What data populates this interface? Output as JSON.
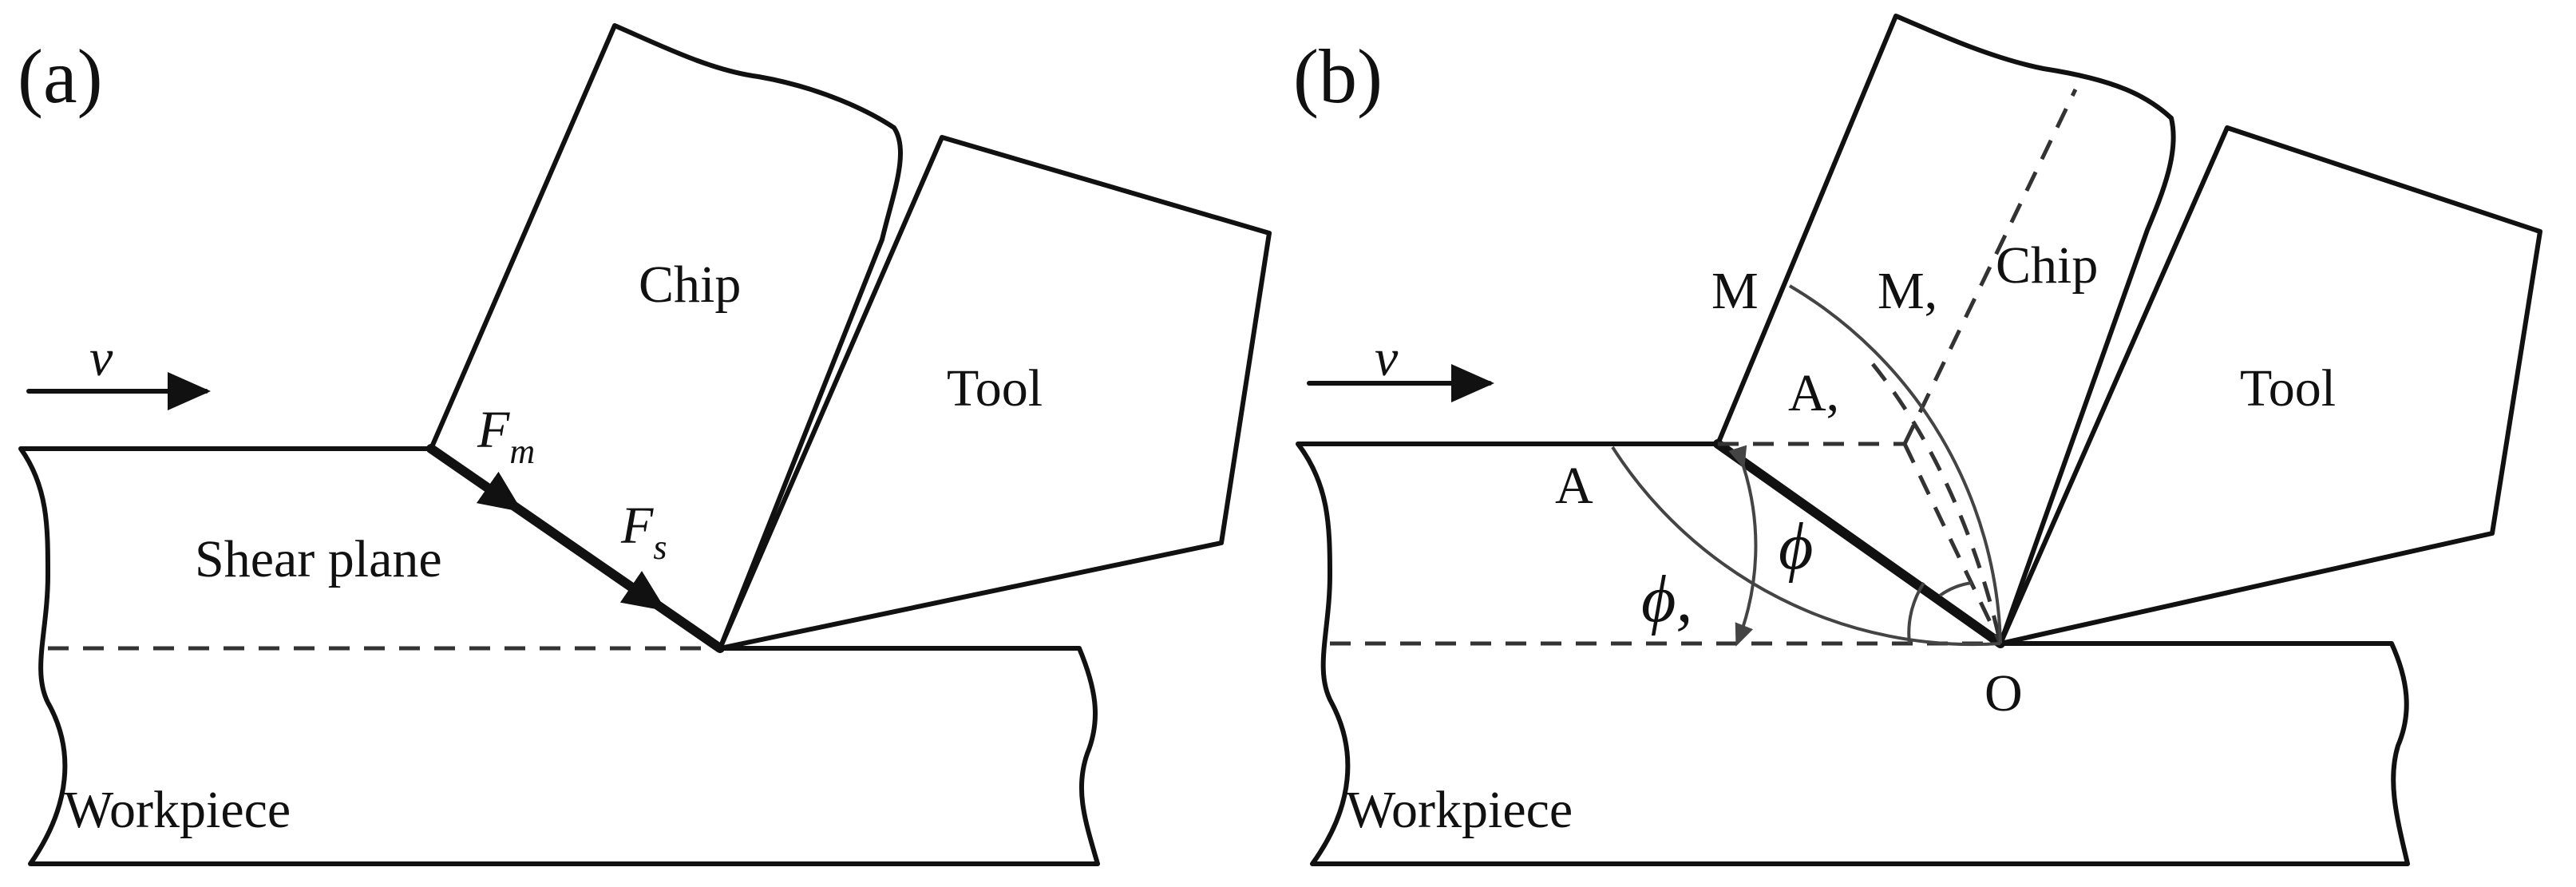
{
  "panel_a": {
    "label": "(a)",
    "velocity": "v",
    "chip": "Chip",
    "tool": "Tool",
    "shear_plane": "Shear plane",
    "workpiece": "Workpiece",
    "force_m": {
      "base": "F",
      "sub": "m"
    },
    "force_s": {
      "base": "F",
      "sub": "s"
    }
  },
  "panel_b": {
    "label": "(b)",
    "velocity": "v",
    "chip": "Chip",
    "tool": "Tool",
    "workpiece": "Workpiece",
    "point_m": "M",
    "point_m_prime": "M,",
    "point_a": "A",
    "point_a_prime": "A,",
    "point_o": "O",
    "phi": "ϕ",
    "phi_prime": "ϕ,"
  },
  "colors": {
    "line": "#111111",
    "dashed": "#333333",
    "background": "#ffffff"
  }
}
